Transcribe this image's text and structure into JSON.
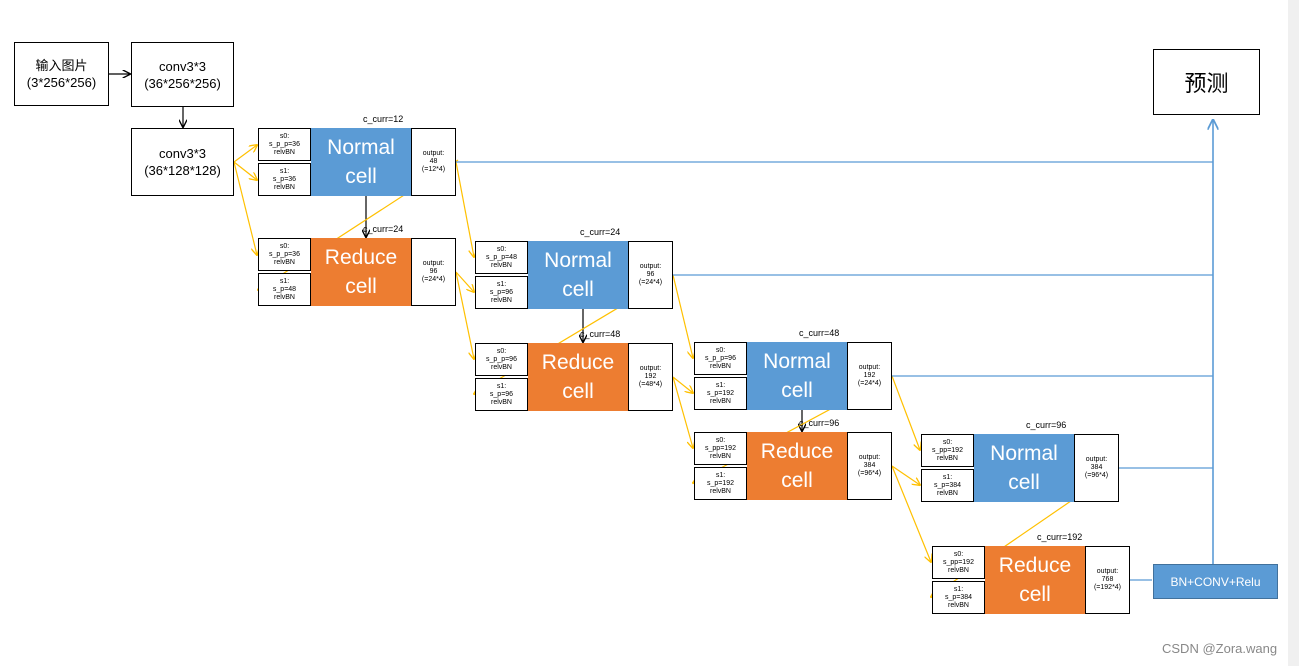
{
  "input": {
    "line1": "输入图片",
    "line2": "(3*256*256)"
  },
  "conv1": {
    "line1": "conv3*3",
    "line2": "(36*256*256)"
  },
  "conv2": {
    "line1": "conv3*3",
    "line2": "(36*128*128)"
  },
  "predict": "预测",
  "bn_label": "BN+CONV+Relu",
  "watermark": "CSDN @Zora.wang",
  "cells": [
    {
      "type": "normal",
      "l1": "Normal",
      "l2": "cell",
      "c_curr": "c_curr=12",
      "s0": [
        "s0:",
        "s_p_p=36",
        "relvBN"
      ],
      "s1": [
        "s1:",
        "s_p=36",
        "relvBN"
      ],
      "out": [
        "output:",
        "48",
        "(=12*4)"
      ]
    },
    {
      "type": "reduce",
      "l1": "Reduce",
      "l2": "cell",
      "c_curr": "c_curr=24",
      "s0": [
        "s0:",
        "s_p_p=36",
        "relvBN"
      ],
      "s1": [
        "s1:",
        "s_p=48",
        "relvBN"
      ],
      "out": [
        "output:",
        "96",
        "(=24*4)"
      ]
    },
    {
      "type": "normal",
      "l1": "Normal",
      "l2": "cell",
      "c_curr": "c_curr=24",
      "s0": [
        "s0:",
        "s_p_p=48",
        "relvBN"
      ],
      "s1": [
        "s1:",
        "s_p=96",
        "relvBN"
      ],
      "out": [
        "output:",
        "96",
        "(=24*4)"
      ]
    },
    {
      "type": "reduce",
      "l1": "Reduce",
      "l2": "cell",
      "c_curr": "c_curr=48",
      "s0": [
        "s0:",
        "s_p_p=96",
        "relvBN"
      ],
      "s1": [
        "s1:",
        "s_p=96",
        "relvBN"
      ],
      "out": [
        "output:",
        "192",
        "(=48*4)"
      ]
    },
    {
      "type": "normal",
      "l1": "Normal",
      "l2": "cell",
      "c_curr": "c_curr=48",
      "s0": [
        "s0:",
        "s_p_p=96",
        "relvBN"
      ],
      "s1": [
        "s1:",
        "s_p=192",
        "relvBN"
      ],
      "out": [
        "output:",
        "192",
        "(=24*4)"
      ]
    },
    {
      "type": "reduce",
      "l1": "Reduce",
      "l2": "cell",
      "c_curr": "c_curr=96",
      "s0": [
        "s0:",
        "s_pp=192",
        "relvBN"
      ],
      "s1": [
        "s1:",
        "s_p=192",
        "relvBN"
      ],
      "out": [
        "output:",
        "384",
        "(=96*4)"
      ]
    },
    {
      "type": "normal",
      "l1": "Normal",
      "l2": "cell",
      "c_curr": "c_curr=96",
      "s0": [
        "s0:",
        "s_pp=192",
        "relvBN"
      ],
      "s1": [
        "s1:",
        "s_p=384",
        "relvBN"
      ],
      "out": [
        "output:",
        "384",
        "(=96*4)"
      ]
    },
    {
      "type": "reduce",
      "l1": "Reduce",
      "l2": "cell",
      "c_curr": "c_curr=192",
      "s0": [
        "s0:",
        "s_pp=192",
        "relvBN"
      ],
      "s1": [
        "s1:",
        "s_p=384",
        "relvBN"
      ],
      "out": [
        "output:",
        "768",
        "(=192*4)"
      ]
    }
  ],
  "colors": {
    "normal": "#5b9bd5",
    "reduce": "#ed7d31",
    "flow": "#ffc000",
    "link": "#5b9bd5"
  }
}
